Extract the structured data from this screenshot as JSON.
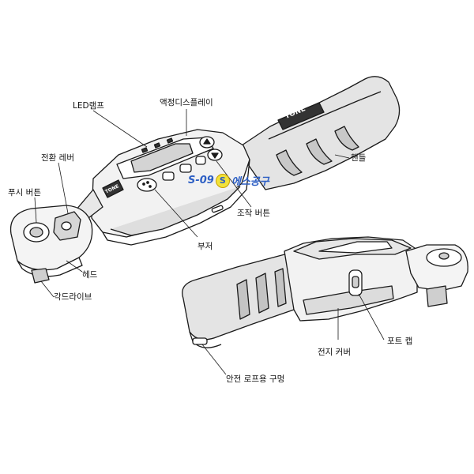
{
  "labels": {
    "led_lamp": "LED램프",
    "lcd_display": "액정디스플레이",
    "switch_lever": "전환 레버",
    "push_button": "푸시 버튼",
    "handle": "핸들",
    "control_button": "조작 버튼",
    "buzzer": "부저",
    "head": "헤드",
    "square_drive": "각드라이브",
    "battery_cover": "전지 커버",
    "port_cap": "포트 캡",
    "safety_rope_hole": "안전 로프용 구멍"
  },
  "brand": {
    "handle_text": "TONE",
    "head_text": "TONE"
  },
  "watermark": {
    "code": "S-09",
    "badge": "S",
    "text": "에스공구",
    "color": "#2d5fc4"
  },
  "colors": {
    "line": "#1a1a1a",
    "shade": "#d9d9d9",
    "grip": "#c4c4c4"
  }
}
